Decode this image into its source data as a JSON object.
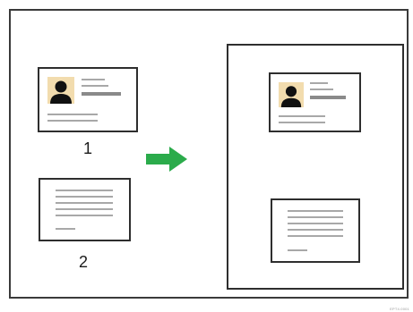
{
  "labels": {
    "original_1": "1",
    "original_2": "2"
  },
  "image_code": "EPT4.0001",
  "colors": {
    "arrow": "#2bab4b",
    "photo_bg": "#f2dcae",
    "silhouette": "#111111"
  },
  "icons": {
    "arrow": "right-arrow-icon",
    "person": "person-silhouette-icon"
  }
}
